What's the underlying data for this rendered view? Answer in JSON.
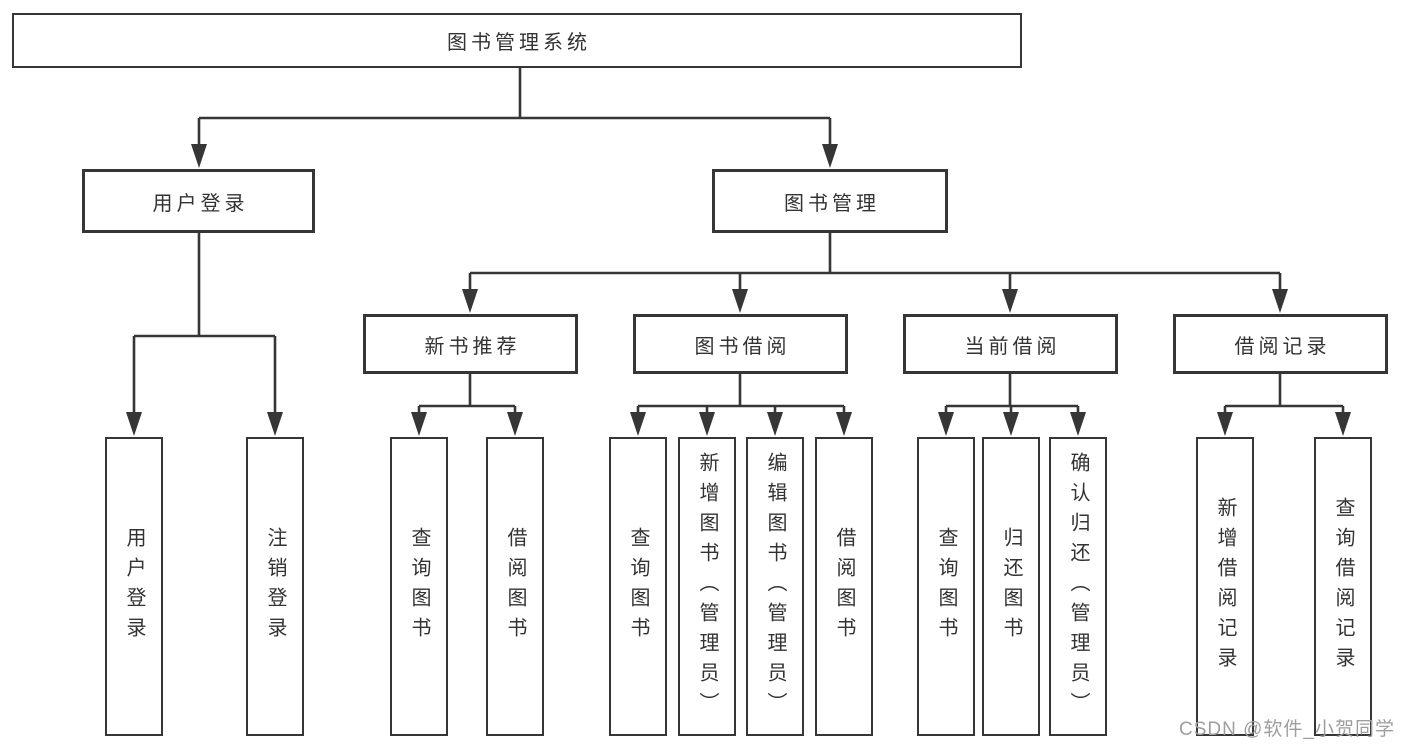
{
  "diagram": {
    "title": "图书管理系统",
    "root": {
      "label": "图书管理系统"
    },
    "level2": [
      {
        "label": "用户登录"
      },
      {
        "label": "图书管理"
      }
    ],
    "level3": [
      {
        "label": "新书推荐",
        "parent": "图书管理"
      },
      {
        "label": "图书借阅",
        "parent": "图书管理"
      },
      {
        "label": "当前借阅",
        "parent": "图书管理"
      },
      {
        "label": "借阅记录",
        "parent": "图书管理"
      }
    ],
    "leaves": [
      {
        "label": "用户登录",
        "parent": "用户登录"
      },
      {
        "label": "注销登录",
        "parent": "用户登录"
      },
      {
        "label": "查询图书",
        "parent": "新书推荐"
      },
      {
        "label": "借阅图书",
        "parent": "新书推荐"
      },
      {
        "label": "查询图书",
        "parent": "图书借阅"
      },
      {
        "label": "新增图书（管理员）",
        "parent": "图书借阅"
      },
      {
        "label": "编辑图书（管理员）",
        "parent": "图书借阅"
      },
      {
        "label": "借阅图书",
        "parent": "图书借阅"
      },
      {
        "label": "查询图书",
        "parent": "当前借阅"
      },
      {
        "label": "归还图书",
        "parent": "当前借阅"
      },
      {
        "label": "确认归还（管理员）",
        "parent": "当前借阅"
      },
      {
        "label": "新增借阅记录",
        "parent": "借阅记录"
      },
      {
        "label": "查询借阅记录",
        "parent": "借阅记录"
      }
    ]
  },
  "watermark": {
    "text": "CSDN @软件_小贺同学"
  },
  "colors": {
    "line": "#363636",
    "text": "#333333",
    "background": "#ffffff",
    "watermark": "#9e9e9e"
  }
}
